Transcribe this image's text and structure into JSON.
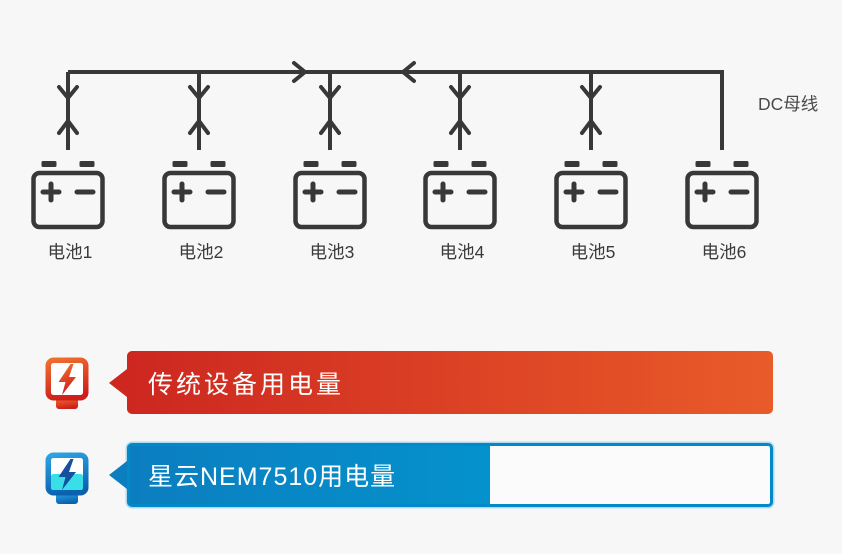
{
  "page": {
    "background": "#f7f7f8"
  },
  "diagram": {
    "bus_label": "DC母线",
    "line_color": "#383838",
    "batteries": [
      {
        "label": "电池1"
      },
      {
        "label": "电池2"
      },
      {
        "label": "电池3"
      },
      {
        "label": "电池4"
      },
      {
        "label": "电池5"
      },
      {
        "label": "电池6"
      }
    ]
  },
  "legend": {
    "traditional": {
      "label": "传统设备用电量",
      "icon": "lightning-meter-red",
      "bar_color_start": "#cd2720",
      "bar_color_end": "#e95b29",
      "fill_percent": 100
    },
    "nebula": {
      "label": "星云NEM7510用电量",
      "icon": "lightning-meter-blue",
      "bar_color_start": "#0b7ec0",
      "bar_color_end": "#0592cc",
      "fill_percent": 56.2
    }
  }
}
